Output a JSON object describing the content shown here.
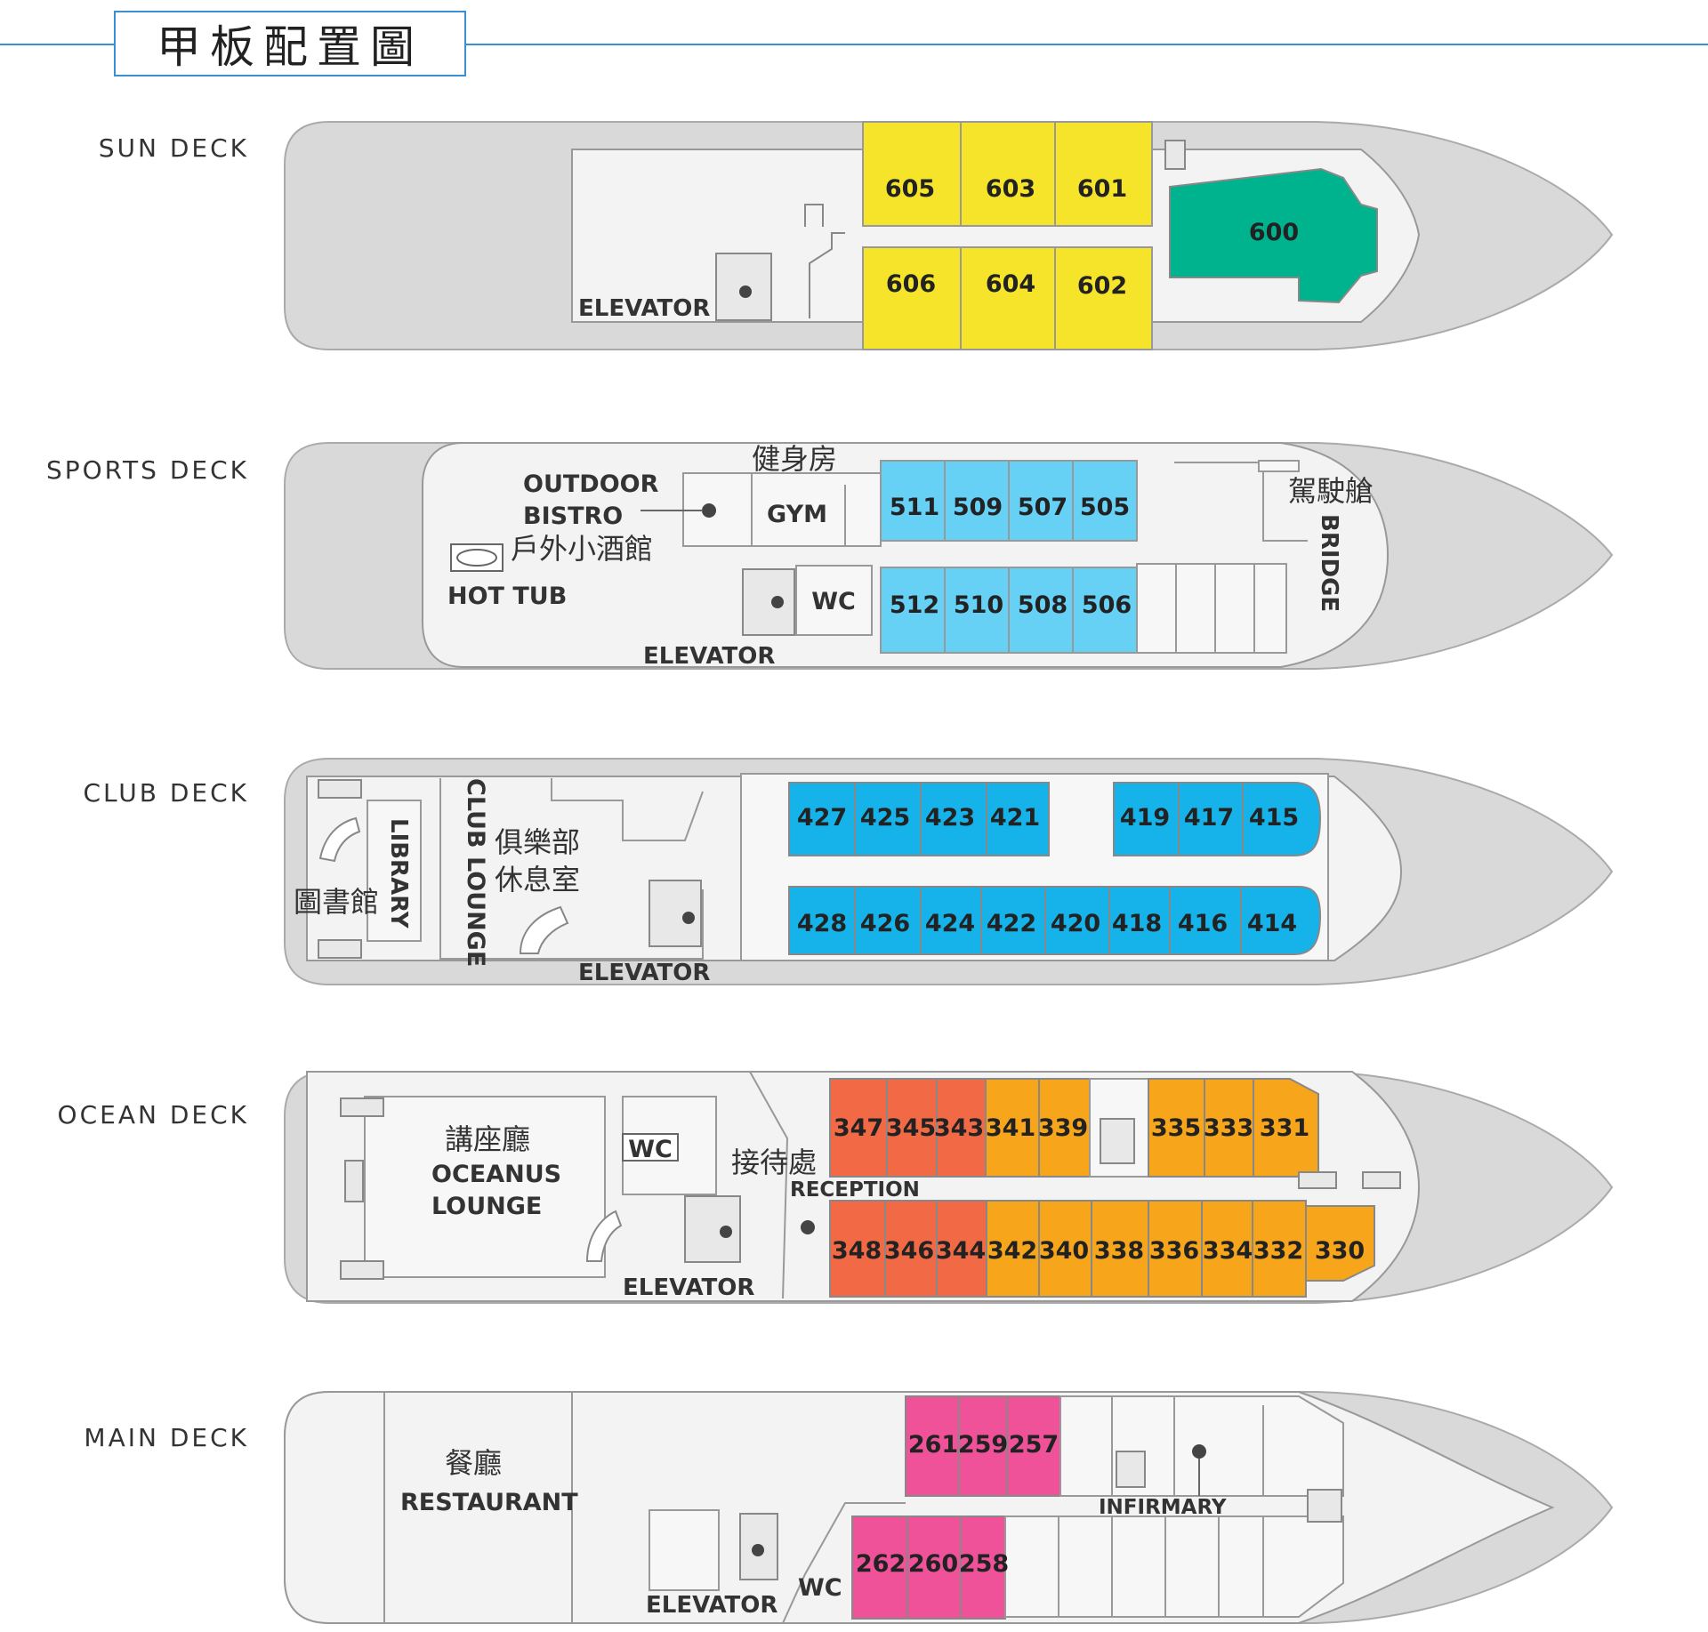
{
  "title": "甲板配置圖",
  "colors": {
    "accent": "#3a8fd6",
    "hull": "#d9d9d9",
    "deck": "#f3f3f3",
    "yellow": "#f6e42a",
    "green": "#00b38f",
    "cyan": "#66d0f5",
    "blue": "#16b2ea",
    "red": "#f26a45",
    "orange": "#f7a51b",
    "pink": "#f0529a"
  },
  "decks": [
    {
      "name": "SUN DECK",
      "labels": {
        "elevator": "ELEVATOR"
      },
      "rooms_top": [
        "605",
        "603",
        "601"
      ],
      "rooms_bottom": [
        "606",
        "604",
        "602"
      ],
      "suite": "600"
    },
    {
      "name": "SPORTS DECK",
      "labels": {
        "outdoor1": "OUTDOOR",
        "outdoor2": "BISTRO",
        "outdoor_zh": "戶外小酒館",
        "gym": "GYM",
        "gym_zh": "健身房",
        "hot_tub": "HOT TUB",
        "wc": "WC",
        "elevator": "ELEVATOR",
        "bridge": "BRIDGE",
        "bridge_zh": "駕駛艙"
      },
      "rooms_top": [
        "511",
        "509",
        "507",
        "505"
      ],
      "rooms_bottom": [
        "512",
        "510",
        "508",
        "506"
      ]
    },
    {
      "name": "CLUB DECK",
      "labels": {
        "library": "LIBRARY",
        "library_zh": "圖書館",
        "club": "CLUB LOUNGE",
        "club_zh1": "俱樂部",
        "club_zh2": "休息室",
        "elevator": "ELEVATOR"
      },
      "rooms_top_a": [
        "427",
        "425",
        "423",
        "421"
      ],
      "rooms_top_b": [
        "419",
        "417",
        "415"
      ],
      "rooms_bottom": [
        "428",
        "426",
        "424",
        "422",
        "420",
        "418",
        "416",
        "414"
      ]
    },
    {
      "name": "OCEAN DECK",
      "labels": {
        "lounge_zh": "講座廳",
        "lounge1": "OCEANUS",
        "lounge2": "LOUNGE",
        "wc": "WC",
        "reception_zh": "接待處",
        "reception": "RECEPTION",
        "elevator": "ELEVATOR"
      },
      "rooms_top_a": [
        "347",
        "345",
        "343",
        "341",
        "339"
      ],
      "rooms_top_b": [
        "335",
        "333",
        "331"
      ],
      "rooms_bottom": [
        "348",
        "346",
        "344",
        "342",
        "340",
        "338",
        "336",
        "334",
        "332",
        "330"
      ]
    },
    {
      "name": "MAIN DECK",
      "labels": {
        "rest_zh": "餐廳",
        "rest": "RESTAURANT",
        "infirmary": "INFIRMARY",
        "elevator": "ELEVATOR",
        "wc": "WC"
      },
      "rooms_top": [
        "261",
        "259",
        "257"
      ],
      "rooms_bottom": [
        "262",
        "260",
        "258"
      ]
    }
  ]
}
